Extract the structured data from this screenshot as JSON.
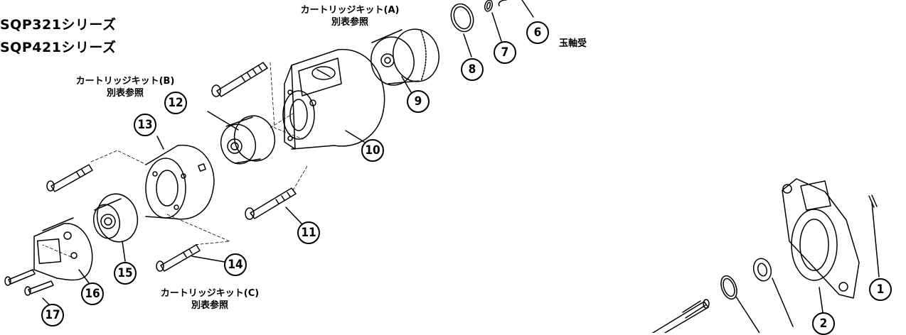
{
  "series_titles": [
    "SQP321シリーズ",
    "SQP421シリーズ"
  ],
  "notes": {
    "cartridge_a": [
      "カートリッジキット(A)",
      "別表参照"
    ],
    "cartridge_b": [
      "カートリッジキット(B)",
      "別表参照"
    ],
    "cartridge_c": [
      "カートリッジキット(C)",
      "別表参照"
    ]
  },
  "part_labels": {
    "bearing": "玉軸受"
  },
  "callouts": [
    "1",
    "2",
    "6",
    "7",
    "8",
    "9",
    "10",
    "11",
    "12",
    "13",
    "14",
    "15",
    "16",
    "17"
  ],
  "colors": {
    "line": "#000000",
    "background": "#ffffff"
  }
}
